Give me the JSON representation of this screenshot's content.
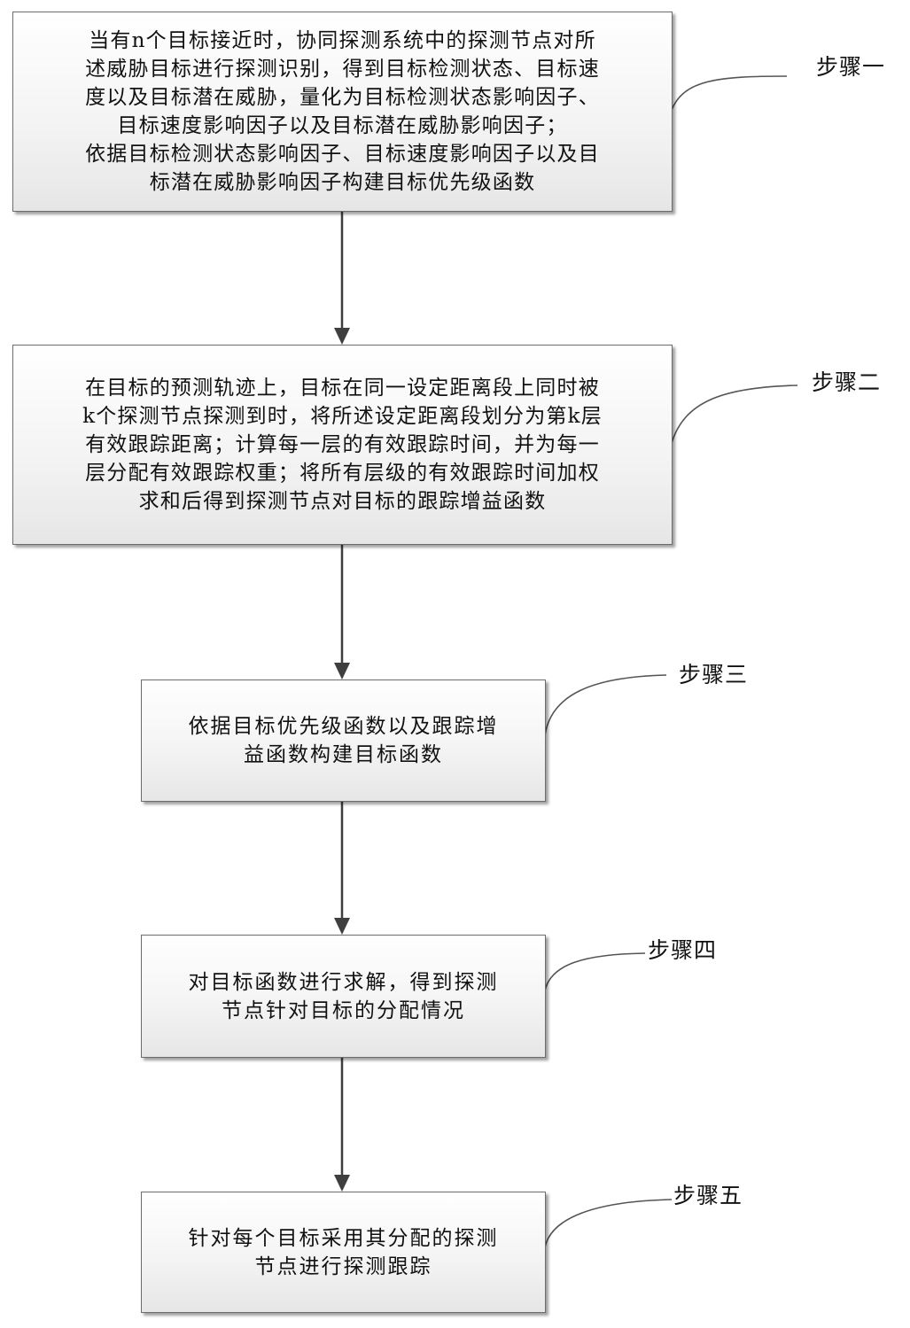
{
  "steps": [
    {
      "label": "步骤一",
      "text": "当有n个目标接近时，协同探测系统中的探测节点对所\n述威胁目标进行探测识别，得到目标检测状态、目标速\n度以及目标潜在威胁，量化为目标检测状态影响因子、\n目标速度影响因子以及目标潜在威胁影响因子；\n依据目标检测状态影响因子、目标速度影响因子以及目\n标潜在威胁影响因子构建目标优先级函数"
    },
    {
      "label": "步骤二",
      "text": "在目标的预测轨迹上，目标在同一设定距离段上同时被\nk个探测节点探测到时，将所述设定距离段划分为第k层\n有效跟踪距离；计算每一层的有效跟踪时间，并为每一\n层分配有效跟踪权重；将所有层级的有效跟踪时间加权\n求和后得到探测节点对目标的跟踪增益函数"
    },
    {
      "label": "步骤三",
      "text": "依据目标优先级函数以及跟踪增\n益函数构建目标函数"
    },
    {
      "label": "步骤四",
      "text": "对目标函数进行求解，得到探测\n节点针对目标的分配情况"
    },
    {
      "label": "步骤五",
      "text": "针对每个目标采用其分配的探测\n节点进行探测跟踪"
    }
  ]
}
